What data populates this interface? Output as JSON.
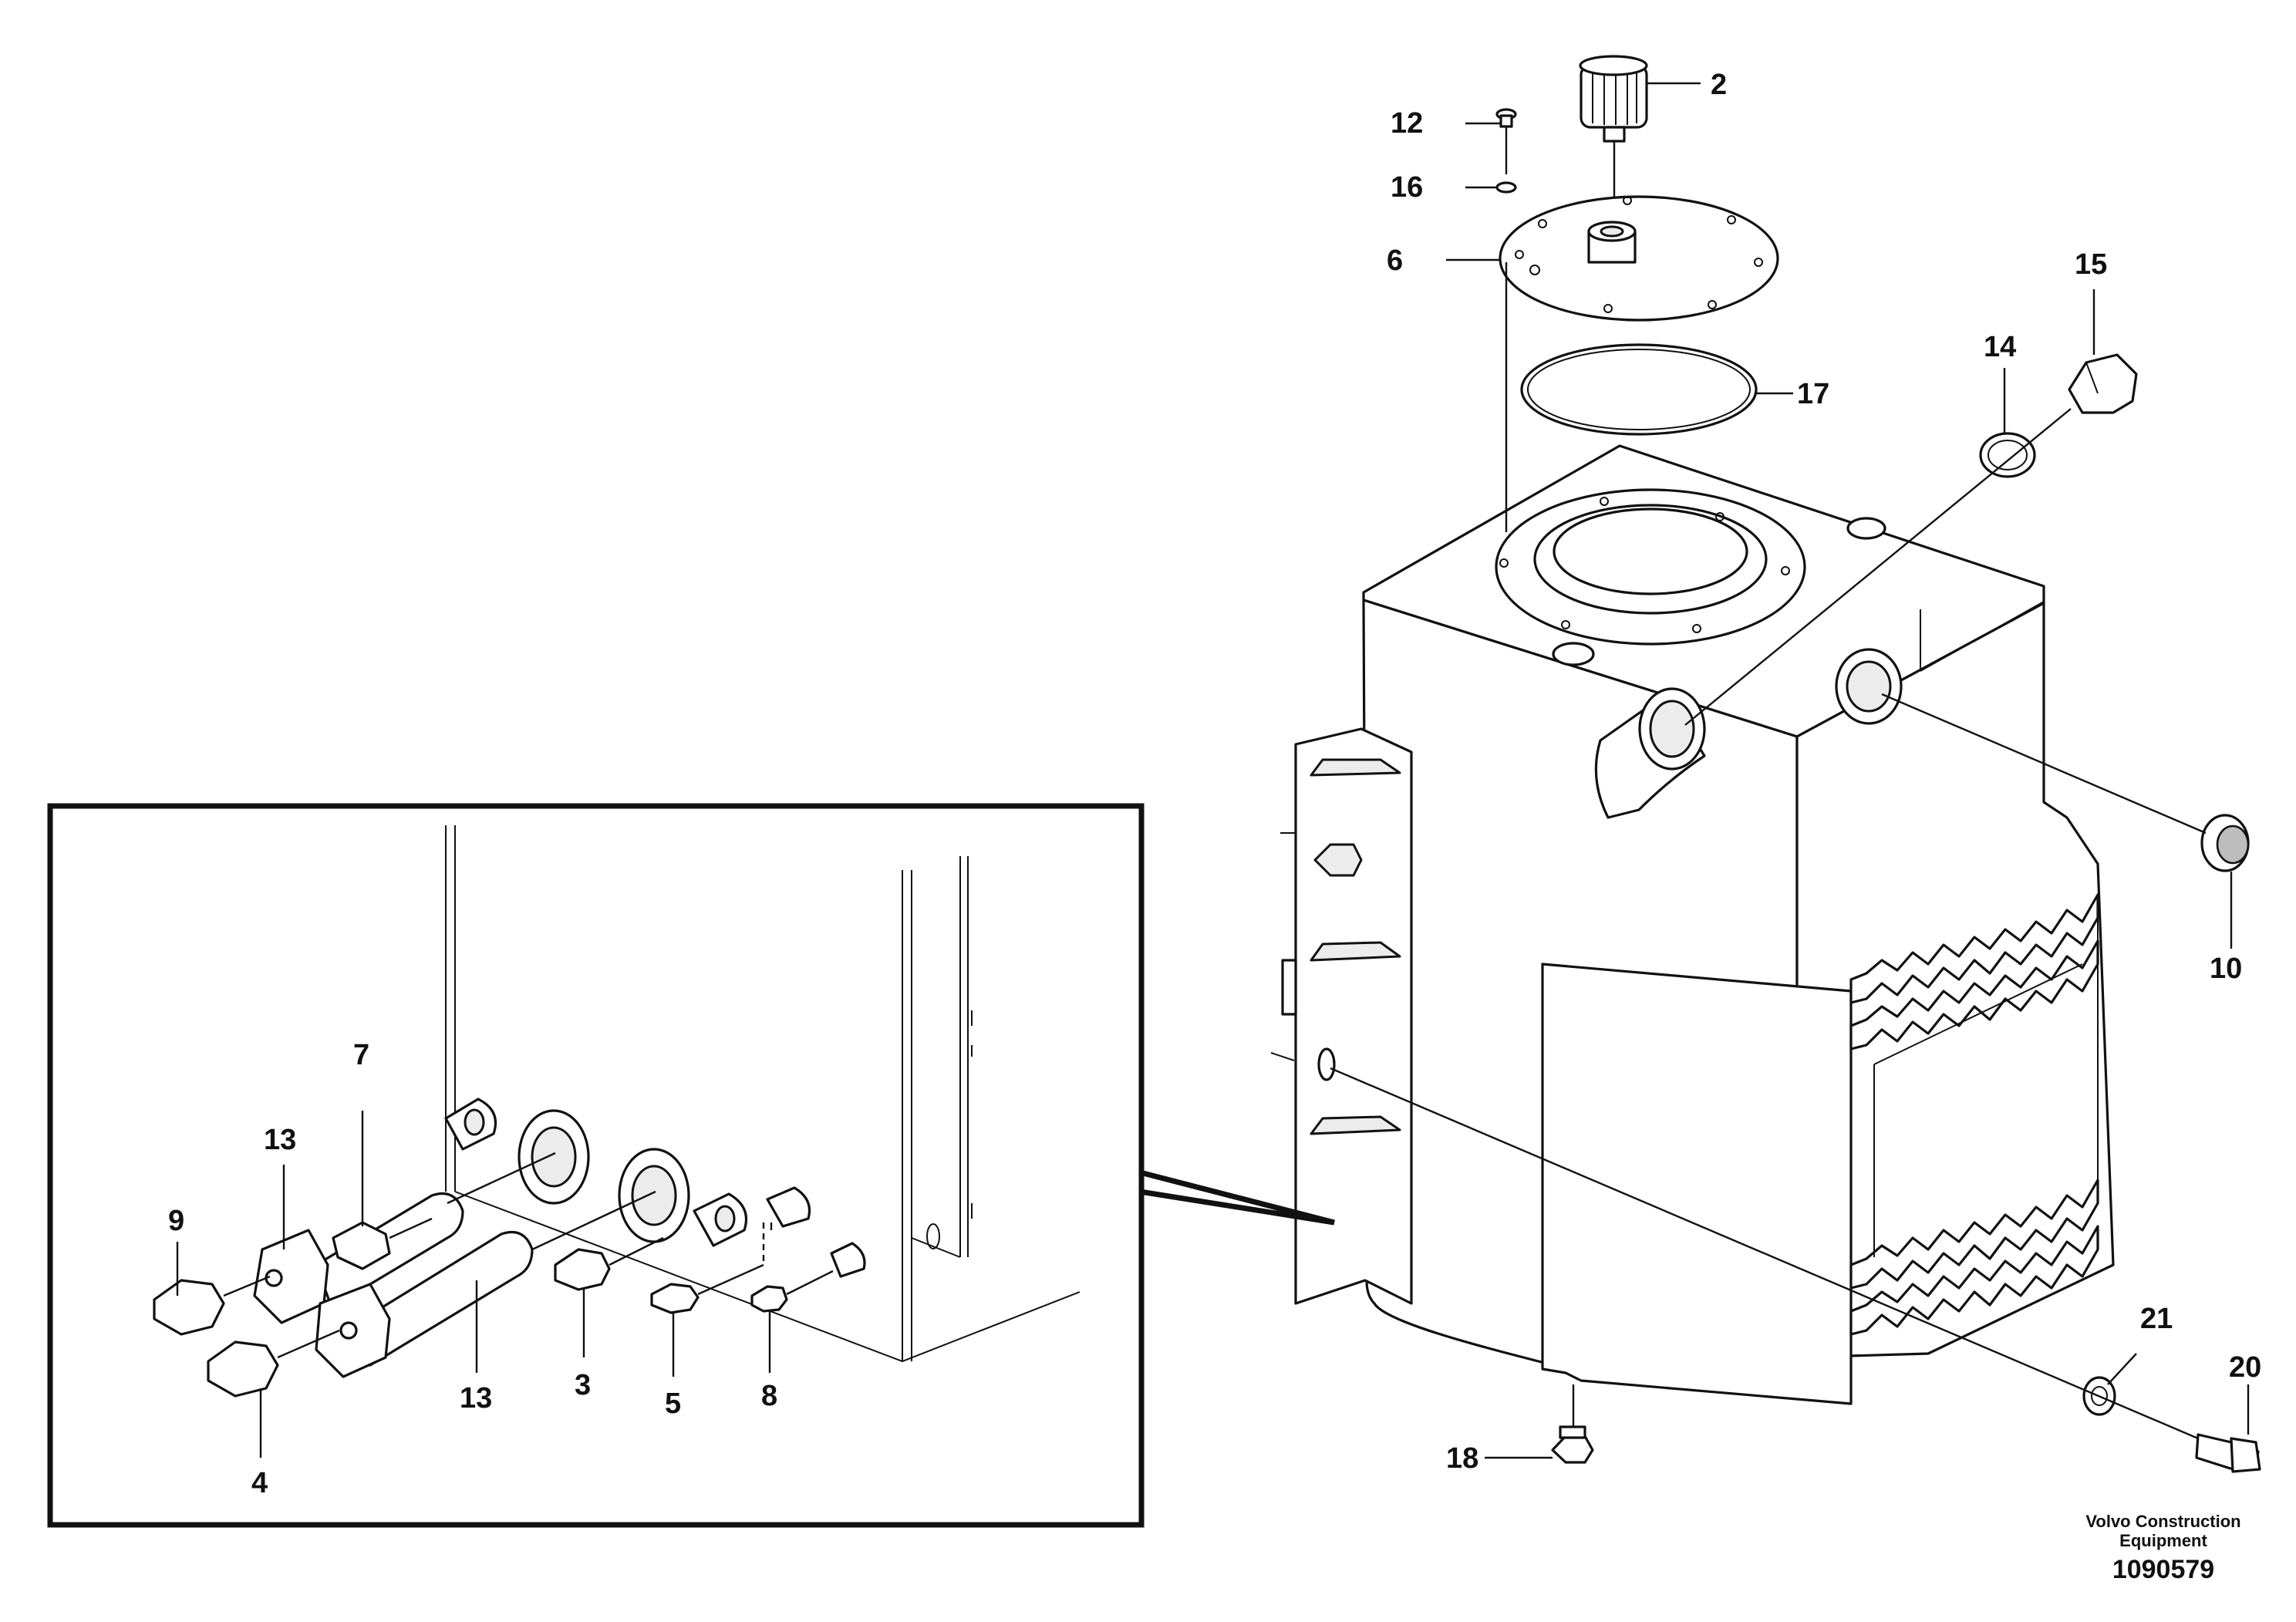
{
  "labels": {
    "l2": "2",
    "l3": "3",
    "l4": "4",
    "l5": "5",
    "l6": "6",
    "l7": "7",
    "l8": "8",
    "l9": "9",
    "l10": "10",
    "l12": "12",
    "l13a": "13",
    "l13b": "13",
    "l14": "14",
    "l15": "15",
    "l16": "16",
    "l17": "17",
    "l18": "18",
    "l20": "20",
    "l21": "21"
  },
  "footer": {
    "credit_line1": "Volvo Construction",
    "credit_line2": "Equipment",
    "drawing_number": "1090579"
  }
}
